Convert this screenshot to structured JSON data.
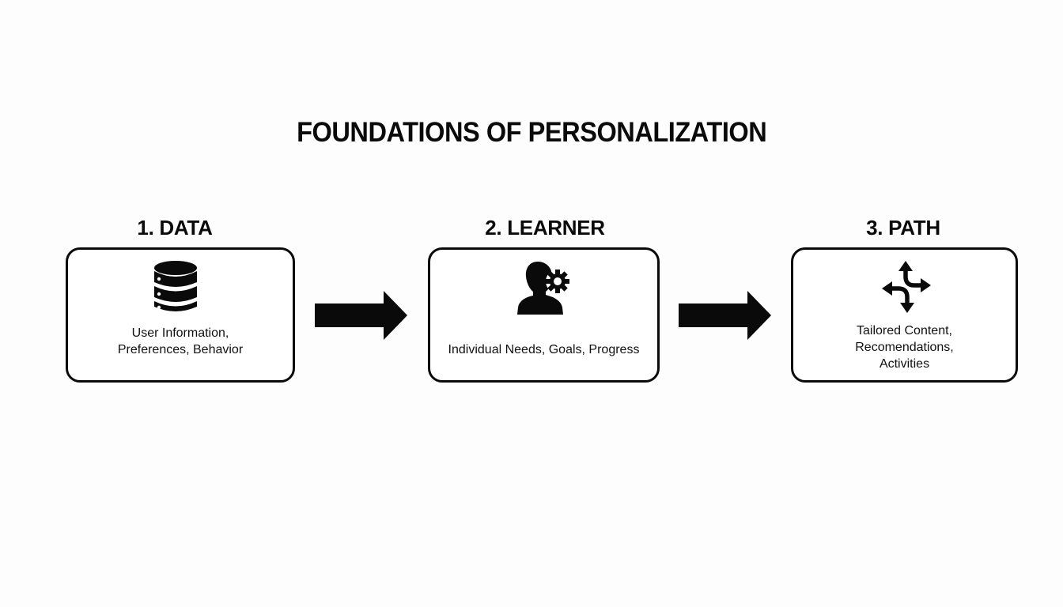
{
  "title": "FOUNDATIONS OF PERSONALIZATION",
  "steps": [
    {
      "label": "1. DATA",
      "icon": "database-icon",
      "description_lines": [
        "User Information,",
        "Preferences, Behavior"
      ]
    },
    {
      "label": "2. LEARNER",
      "icon": "user-gear-icon",
      "description_lines": [
        "Individual Needs, Goals, Progress"
      ]
    },
    {
      "label": "3. PATH",
      "icon": "diverging-paths-icon",
      "description_lines": [
        "Tailored Content,",
        "Recomendations,",
        "Activities"
      ]
    }
  ],
  "arrows": [
    {
      "from": "1. DATA",
      "to": "2. LEARNER",
      "icon": "arrow-right-icon"
    },
    {
      "from": "2. LEARNER",
      "to": "3. PATH",
      "icon": "arrow-right-icon"
    }
  ],
  "colors": {
    "background": "#fdfdfd",
    "foreground": "#0a0a0a"
  }
}
